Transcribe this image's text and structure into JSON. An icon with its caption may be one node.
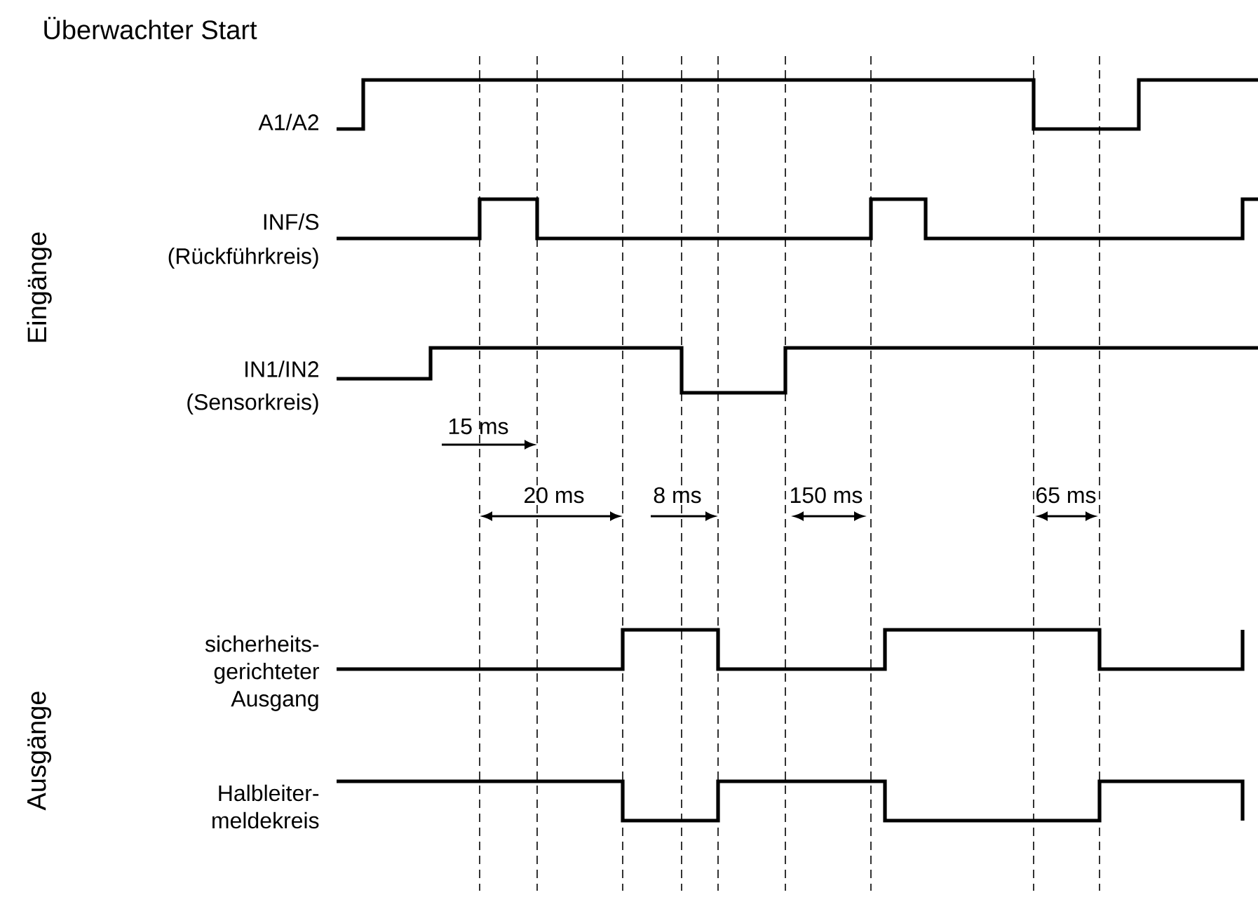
{
  "diagram": {
    "title": "Überwachter Start",
    "labels": [
      "A1/A2",
      "Eingänge",
      "INF/S",
      "(Rückführkreis)",
      "IN1/IN2",
      "(Sensorkreis)",
      "15 ms",
      "20 ms",
      "8 ms",
      "150 ms",
      "65 ms",
      "sicherheits-gerichteter Ausgang",
      "Ausgänge",
      "Halbleiter-meldekreis"
    ]
  }
}
